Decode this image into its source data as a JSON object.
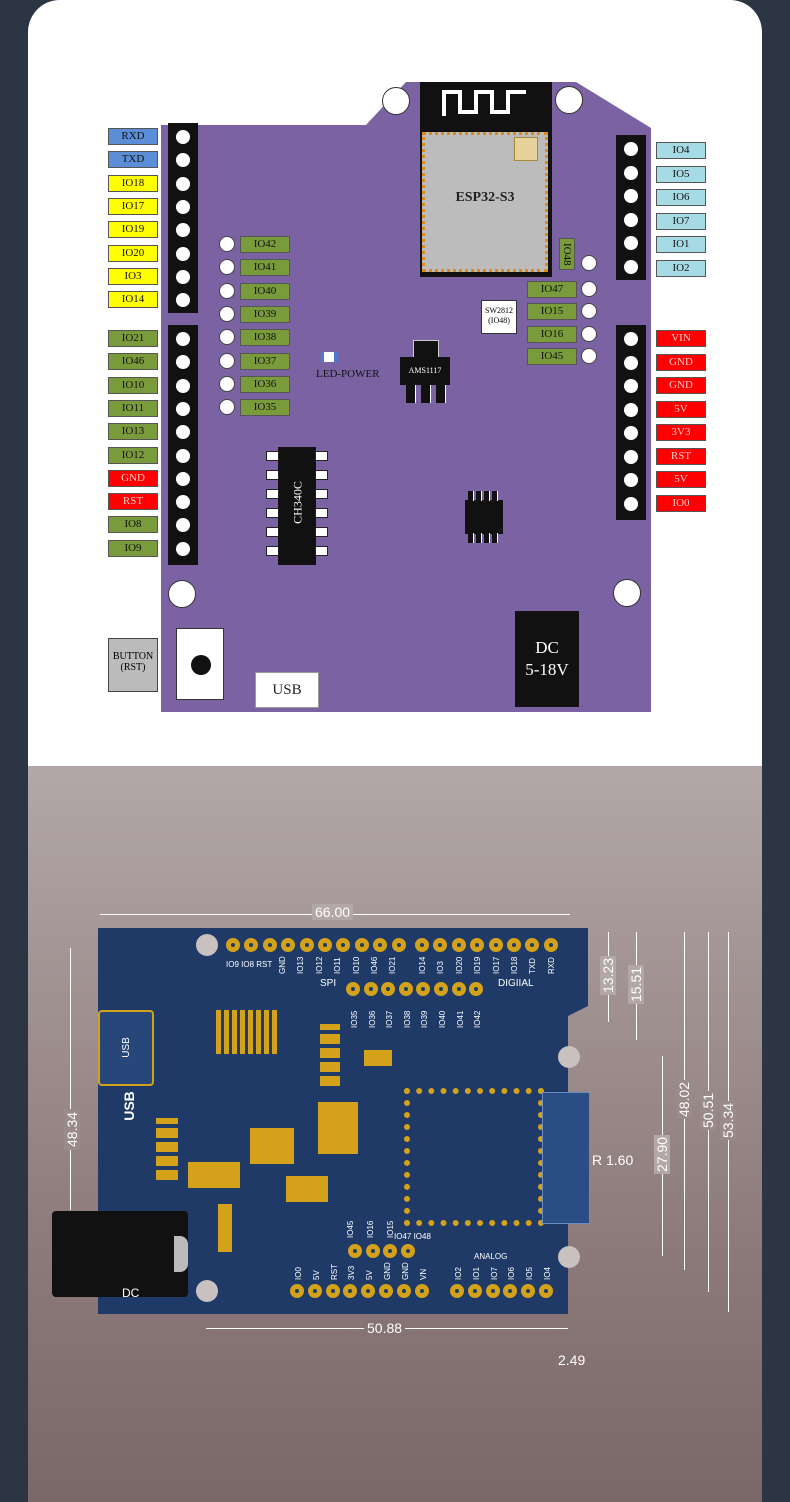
{
  "diagram": {
    "left_labels_top": [
      "RXD",
      "TXD",
      "IO18",
      "IO17",
      "IO19",
      "IO20",
      "IO3",
      "IO14"
    ],
    "left_labels_bottom": [
      "IO21",
      "IO46",
      "IO10",
      "IO11",
      "IO13",
      "IO12",
      "GND",
      "RST",
      "IO8",
      "IO9"
    ],
    "right_labels_top": [
      "IO4",
      "IO5",
      "IO6",
      "IO7",
      "IO1",
      "IO2"
    ],
    "right_labels_bottom": [
      "VIN",
      "GND",
      "GND",
      "5V",
      "3V3",
      "RST",
      "5V",
      "IO0"
    ],
    "inner_left_labels": [
      "IO42",
      "IO41",
      "IO40",
      "IO39",
      "IO38",
      "IO37",
      "IO36",
      "IO35"
    ],
    "inner_right_labels": [
      "IO47",
      "IO15",
      "IO16",
      "IO45"
    ],
    "module_label": "ESP32-S3",
    "io48_label": "IO48",
    "sw2812_label": "SW2812",
    "sw2812_sub": "(IO48)",
    "led_label": "LED-POWER",
    "regulator_label": "AMS1117",
    "usb_chip_label": "CH340C",
    "button_label": "BUTTON",
    "button_sub": "(RST)",
    "usb_label": "USB",
    "dc_label": "DC",
    "dc_range": "5-18V"
  },
  "photo": {
    "dim_top": "66.00",
    "dim_bottom": "50.88",
    "dim_offset": "2.49",
    "dim_left": "48.34",
    "dim_right": [
      "13.23",
      "15.51",
      "27.90",
      "48.02",
      "50.51",
      "53.34"
    ],
    "radius": "R 1.60",
    "silk_top_left": "IO9 IO8 RST",
    "silk_top_pins": [
      "GND",
      "IO13",
      "IO12",
      "IO11",
      "IO10",
      "IO46",
      "IO21"
    ],
    "silk_top_right_pins": [
      "IO14",
      "IO3",
      "IO20",
      "IO19",
      "IO17",
      "IO18",
      "TXD",
      "RXD"
    ],
    "silk_spi": "SPI",
    "silk_digital": "DIGIIAL",
    "silk_mid_pins": [
      "IO35",
      "IO36",
      "IO37",
      "IO38",
      "IO39",
      "IO40",
      "IO41",
      "IO42"
    ],
    "silk_io_pins": [
      "IO45",
      "IO16",
      "IO15"
    ],
    "silk_io4748": "IO47 IO48",
    "silk_power": [
      "IO0",
      "5V",
      "RST",
      "3V3",
      "5V",
      "GND",
      "GND",
      "VN"
    ],
    "silk_analog": "ANALOG",
    "silk_analog_pins": [
      "IO2",
      "IO1",
      "IO7",
      "IO6",
      "IO5",
      "IO4"
    ],
    "silk_usb": "USB",
    "silk_usb_big": "USB",
    "silk_dc": "DC"
  },
  "colors": {
    "board": "#7b62a3",
    "pcb": "#1f3a66",
    "gold": "#d4a21a"
  }
}
